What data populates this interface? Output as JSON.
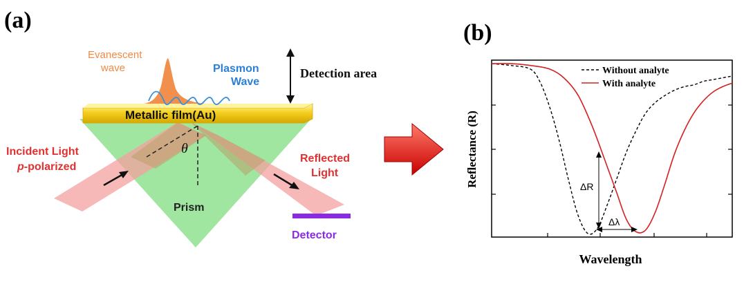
{
  "panel_a": {
    "label": "(a)",
    "evanescent": "Evanescent",
    "wave": "wave",
    "plasmon": "Plasmon",
    "plasmon_wave": "Wave",
    "detection_area": "Detection area",
    "metallic_film": "Metallic film(Au)",
    "incident_line1": "Incident Light",
    "incident_line2_italic": "p",
    "incident_line2_rest": "-polarized",
    "reflected_line1": "Reflected",
    "reflected_line2": "Light",
    "theta": "θ",
    "prism": "Prism",
    "detector": "Detector"
  },
  "panel_b": {
    "label": "(b)",
    "legend_without": "Without analyte",
    "legend_with": "With analyte",
    "delta_r": "ΔR",
    "delta_lambda": "Δλ",
    "xlabel": "Wavelength",
    "ylabel": "Reflectance (R)"
  },
  "colors": {
    "evanescent": "#f08a43",
    "plasmon": "#2b7fd6",
    "incident_text": "#e03030",
    "detector": "#8a2be2",
    "film": "#f5d020",
    "prism": "#8fe08f",
    "beam": "#f4a0a0",
    "with_analyte": "#d42020",
    "without_analyte": "#000000"
  },
  "chart_data": {
    "type": "line",
    "title": "",
    "xlabel": "Wavelength",
    "ylabel": "Reflectance (R)",
    "x_ticks_labeled": false,
    "y_ticks_labeled": false,
    "xlim": [
      0,
      1
    ],
    "ylim": [
      0,
      1
    ],
    "legend_position": "top-right",
    "series": [
      {
        "name": "Without analyte",
        "style": "dashed",
        "color": "#000000",
        "x": [
          0.0,
          0.08,
          0.16,
          0.2,
          0.24,
          0.28,
          0.32,
          0.36,
          0.4,
          0.44,
          0.48,
          0.52,
          0.56,
          0.6,
          0.64,
          0.68,
          0.72,
          0.76,
          0.8,
          0.84,
          0.88,
          0.92,
          0.96,
          1.0
        ],
        "y": [
          0.98,
          0.97,
          0.95,
          0.88,
          0.74,
          0.55,
          0.32,
          0.12,
          0.02,
          0.05,
          0.18,
          0.33,
          0.48,
          0.6,
          0.7,
          0.76,
          0.8,
          0.83,
          0.85,
          0.86,
          0.88,
          0.89,
          0.9,
          0.91
        ]
      },
      {
        "name": "With analyte",
        "style": "solid",
        "color": "#d42020",
        "x": [
          0.0,
          0.08,
          0.16,
          0.24,
          0.3,
          0.36,
          0.42,
          0.48,
          0.52,
          0.56,
          0.6,
          0.64,
          0.68,
          0.72,
          0.76,
          0.8,
          0.84,
          0.88,
          0.92,
          0.96,
          1.0
        ],
        "y": [
          0.98,
          0.98,
          0.97,
          0.95,
          0.9,
          0.8,
          0.62,
          0.4,
          0.25,
          0.1,
          0.03,
          0.04,
          0.14,
          0.3,
          0.47,
          0.6,
          0.7,
          0.77,
          0.82,
          0.85,
          0.87
        ]
      }
    ],
    "annotations": [
      "ΔR",
      "Δλ"
    ]
  }
}
